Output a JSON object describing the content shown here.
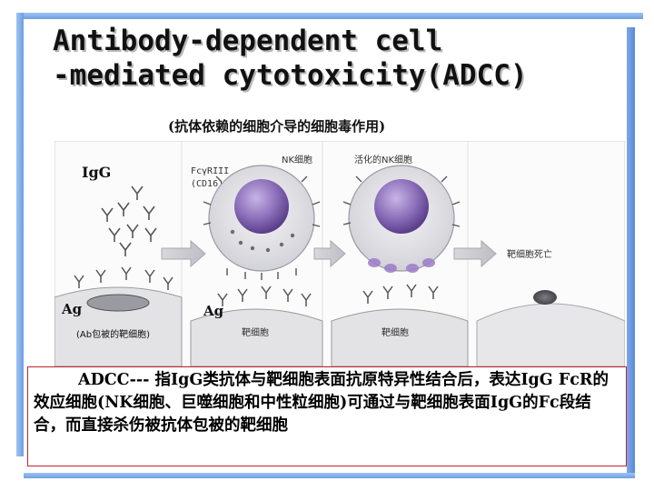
{
  "slide": {
    "title_line1": "Antibody-dependent cell",
    "title_line2": "-mediated cytotoxicity(ADCC)",
    "subtitle": "(抗体依赖的细胞介导的细胞毒作用)"
  },
  "figure": {
    "igg_label": "IgG",
    "ag_label_left": "Ag",
    "ag_label_mid": "Ag",
    "ab_coated_label": "(Ab包被的靶细胞)",
    "fc_receptor_label_1": "FcγRIII",
    "fc_receptor_label_2": "(CD16)",
    "nk_cell_label": "NK细胞",
    "activated_nk_label": "活化的NK细胞",
    "target_cell_label_1": "靶细胞",
    "target_cell_label_2": "靶细胞",
    "target_death_label": "靶细胞死亡"
  },
  "caption": {
    "text": "ADCC--- 指IgG类抗体与靶细胞表面抗原特异性结合后，表达IgG FcR的效应细胞(NK细胞、巨噬细胞和中性粒细胞)可通过与靶细胞表面IgG的Fc段结合，而直接杀伤被抗体包被的靶细胞"
  },
  "colors": {
    "frame_blue": "#7aa6e6",
    "caption_border": "#c0262c",
    "nucleus_purple": "#7d62a8",
    "membrane_gray": "#d9d9de"
  }
}
